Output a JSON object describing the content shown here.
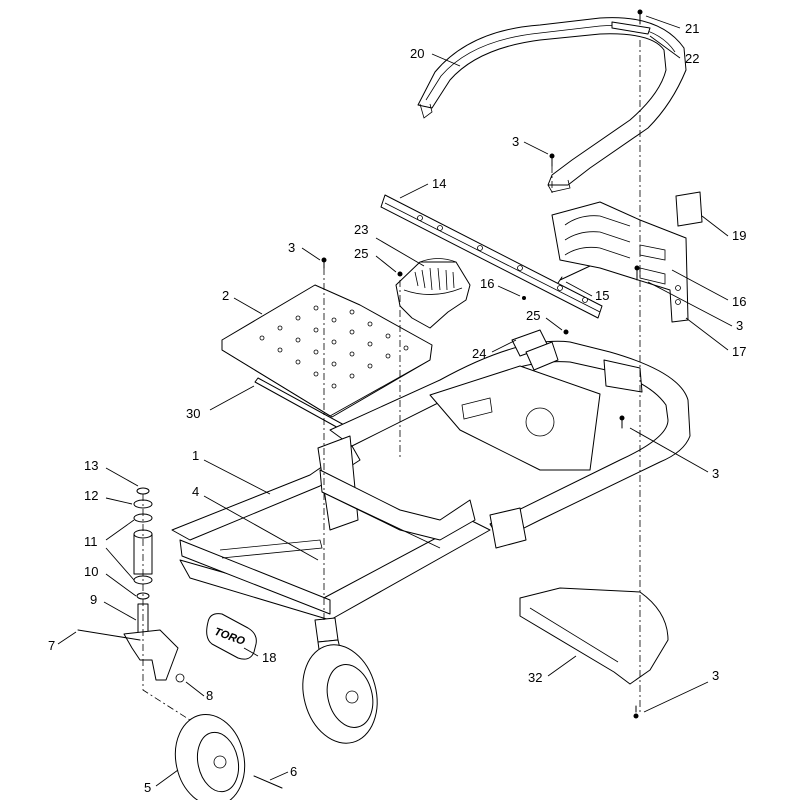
{
  "diagram": {
    "callouts": [
      {
        "id": "c21",
        "label": "21"
      },
      {
        "id": "c22",
        "label": "22"
      },
      {
        "id": "c20",
        "label": "20"
      },
      {
        "id": "c3a",
        "label": "3"
      },
      {
        "id": "c14",
        "label": "14"
      },
      {
        "id": "c19",
        "label": "19"
      },
      {
        "id": "c3b",
        "label": "3"
      },
      {
        "id": "c23",
        "label": "23"
      },
      {
        "id": "c25a",
        "label": "25"
      },
      {
        "id": "c16a",
        "label": "16"
      },
      {
        "id": "c15",
        "label": "15"
      },
      {
        "id": "c16b",
        "label": "16"
      },
      {
        "id": "c2",
        "label": "2"
      },
      {
        "id": "c25b",
        "label": "25"
      },
      {
        "id": "c3c",
        "label": "3"
      },
      {
        "id": "c24",
        "label": "24"
      },
      {
        "id": "c17",
        "label": "17"
      },
      {
        "id": "c30",
        "label": "30"
      },
      {
        "id": "c3d",
        "label": "3"
      },
      {
        "id": "c13",
        "label": "13"
      },
      {
        "id": "c1",
        "label": "1"
      },
      {
        "id": "c12",
        "label": "12"
      },
      {
        "id": "c4",
        "label": "4"
      },
      {
        "id": "c11",
        "label": "11"
      },
      {
        "id": "c10",
        "label": "10"
      },
      {
        "id": "c9",
        "label": "9"
      },
      {
        "id": "c7",
        "label": "7"
      },
      {
        "id": "c18",
        "label": "18"
      },
      {
        "id": "c32",
        "label": "32"
      },
      {
        "id": "c3e",
        "label": "3"
      },
      {
        "id": "c8",
        "label": "8"
      },
      {
        "id": "c5",
        "label": "5"
      },
      {
        "id": "c6",
        "label": "6"
      }
    ],
    "logo_text": "TORO"
  }
}
